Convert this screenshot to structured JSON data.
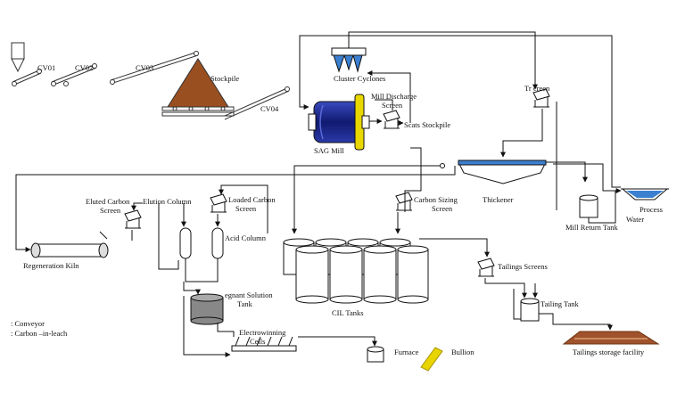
{
  "labels": {
    "cv01": "CV01",
    "cv02": "CV02",
    "cv03": "CV03",
    "cv04": "CV04",
    "stockpile": "Stockpile",
    "cluster_cyclones": "Cluster Cyclones",
    "mill_discharge_screen_l1": "Mill Discharge",
    "mill_discharge_screen_l2": "Screen",
    "scats_stockpile": "Scats Stockpile",
    "sag_mill": "SAG Mill",
    "trash_screen": "Tr      creen",
    "thickener": "Thickener",
    "process_water_l1": "Process",
    "process_water_l2": "Water",
    "mill_return_tank": "Mill Return Tank",
    "eluted_carbon_screen_l1": "Eluted Carbon",
    "eluted_carbon_screen_l2": "Screen",
    "elution_column": "Elution Column",
    "loaded_carbon_screen_l1": "Loaded Carbon",
    "loaded_carbon_screen_l2": "Screen",
    "acid_column": "Acid Column",
    "carbon_sizing_screen_l1": "Carbon Sizing",
    "carbon_sizing_screen_l2": "Screen",
    "regeneration_kiln": "Regeneration Kiln",
    "pregnant_solution_tank_l1": "egnant Solution",
    "pregnant_solution_tank_l2": "Tank",
    "cil_tanks": "CIL Tanks",
    "tailings_screens": "Tailings Screens",
    "tailing_tank": "Tailing Tank",
    "electrowinning_l1": "Electrowinning",
    "electrowinning_l2": "Cells",
    "furnace": "Furnace",
    "bullion": "Bullion",
    "tailings_storage_facility": "Tailings storage facility"
  },
  "legend": {
    "conveyor": ": Conveyor",
    "cil": ": Carbon –in-leach"
  },
  "colors": {
    "stockpile_fill": "#9a4f20",
    "mill_body": "#1c2a8c",
    "mill_ring": "#e8d800",
    "water": "#3b7fd0",
    "tank_gray": "#888888",
    "bullion": "#e8d400",
    "tsf_fill": "#a0522d"
  }
}
